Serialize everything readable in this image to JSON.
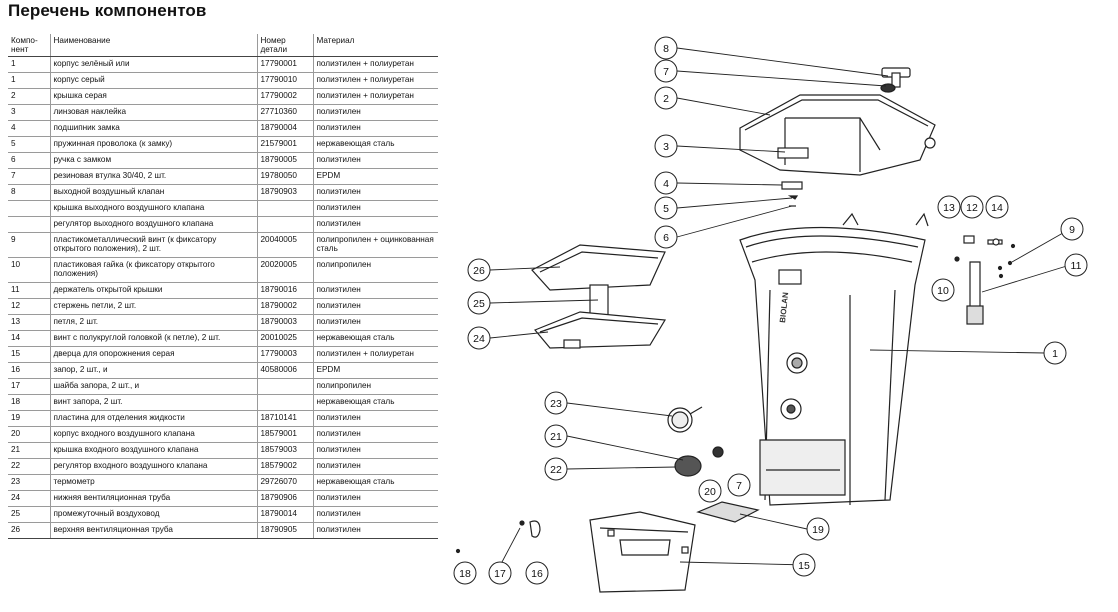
{
  "title": "Перечень компонентов",
  "table": {
    "headers": [
      "Компо-нент",
      "Наименование",
      "Номер детали",
      "Материал"
    ],
    "rows": [
      {
        "comp": "1",
        "name": "корпус зелёный или",
        "part": "17790001",
        "material": "полиэтилен + полиуретан"
      },
      {
        "comp": "1",
        "name": "корпус серый",
        "part": "17790010",
        "material": "полиэтилен + полиуретан"
      },
      {
        "comp": "2",
        "name": "крышка серая",
        "part": "17790002",
        "material": "полиэтилен + полиуретан"
      },
      {
        "comp": "3",
        "name": "линзовая наклейка",
        "part": "27710360",
        "material": "полиэтилен"
      },
      {
        "comp": "4",
        "name": "подшипник замка",
        "part": "18790004",
        "material": "полиэтилен"
      },
      {
        "comp": "5",
        "name": "пружинная проволока (к замку)",
        "part": "21579001",
        "material": "нержавеющая сталь"
      },
      {
        "comp": "6",
        "name": "ручка с замком",
        "part": "18790005",
        "material": "полиэтилен"
      },
      {
        "comp": "7",
        "name": "резиновая втулка 30/40, 2 шт.",
        "part": "19780050",
        "material": "EPDM"
      },
      {
        "comp": "8",
        "name": "выходной воздушный клапан",
        "part": "18790903",
        "material": "полиэтилен"
      },
      {
        "comp": "",
        "name": "крышка выходного воздушного клапана",
        "part": "",
        "material": "полиэтилен"
      },
      {
        "comp": "",
        "name": "регулятор выходного воздушного клапана",
        "part": "",
        "material": "полиэтилен"
      },
      {
        "comp": "9",
        "name": "пластикометаллический винт (к фиксатору открытого положения), 2 шт.",
        "part": "20040005",
        "material": "полипропилен + оцинкованная сталь",
        "tall": true
      },
      {
        "comp": "10",
        "name": "пластиковая гайка (к фиксатору открытого положения)",
        "part": "20020005",
        "material": "полипропилен",
        "tall": true
      },
      {
        "comp": "11",
        "name": "держатель открытой крышки",
        "part": "18790016",
        "material": "полиэтилен"
      },
      {
        "comp": "12",
        "name": "стержень петли, 2 шт.",
        "part": "18790002",
        "material": "полиэтилен"
      },
      {
        "comp": "13",
        "name": "петля, 2 шт.",
        "part": "18790003",
        "material": "полиэтилен"
      },
      {
        "comp": "14",
        "name": "винт с полукруглой головкой (к петле), 2 шт.",
        "part": "20010025",
        "material": "нержавеющая сталь"
      },
      {
        "comp": "15",
        "name": "дверца для опорожнения серая",
        "part": "17790003",
        "material": "полиэтилен + полиуретан"
      },
      {
        "comp": "16",
        "name": "запор, 2 шт., и",
        "part": "40580006",
        "material": "EPDM"
      },
      {
        "comp": "17",
        "name": "шайба запора, 2 шт., и",
        "part": "",
        "material": "полипропилен"
      },
      {
        "comp": "18",
        "name": "винт запора, 2 шт.",
        "part": "",
        "material": "нержавеющая сталь"
      },
      {
        "comp": "19",
        "name": "пластина для отделения жидкости",
        "part": "18710141",
        "material": "полиэтилен"
      },
      {
        "comp": "20",
        "name": "корпус входного воздушного клапана",
        "part": "18579001",
        "material": "полиэтилен"
      },
      {
        "comp": "21",
        "name": "крышка входного воздушного клапана",
        "part": "18579003",
        "material": "полиэтилен"
      },
      {
        "comp": "22",
        "name": "регулятор входного воздушного клапана",
        "part": "18579002",
        "material": "полиэтилен"
      },
      {
        "comp": "23",
        "name": "термометр",
        "part": "29726070",
        "material": "нержавеющая сталь"
      },
      {
        "comp": "24",
        "name": "нижняя вентиляционная труба",
        "part": "18790906",
        "material": "полиэтилен"
      },
      {
        "comp": "25",
        "name": "промежуточный воздуховод",
        "part": "18790014",
        "material": "полиэтилен"
      },
      {
        "comp": "26",
        "name": "верхняя вентиляционная труба",
        "part": "18790905",
        "material": "полиэтилен"
      }
    ]
  },
  "diagram": {
    "brand_label": "BIOLAN",
    "callouts": [
      "8",
      "7",
      "2",
      "3",
      "4",
      "5",
      "6",
      "13",
      "12",
      "14",
      "9",
      "11",
      "10",
      "26",
      "25",
      "24",
      "1",
      "23",
      "21",
      "22",
      "20",
      "7",
      "19",
      "18",
      "17",
      "16",
      "15"
    ]
  }
}
